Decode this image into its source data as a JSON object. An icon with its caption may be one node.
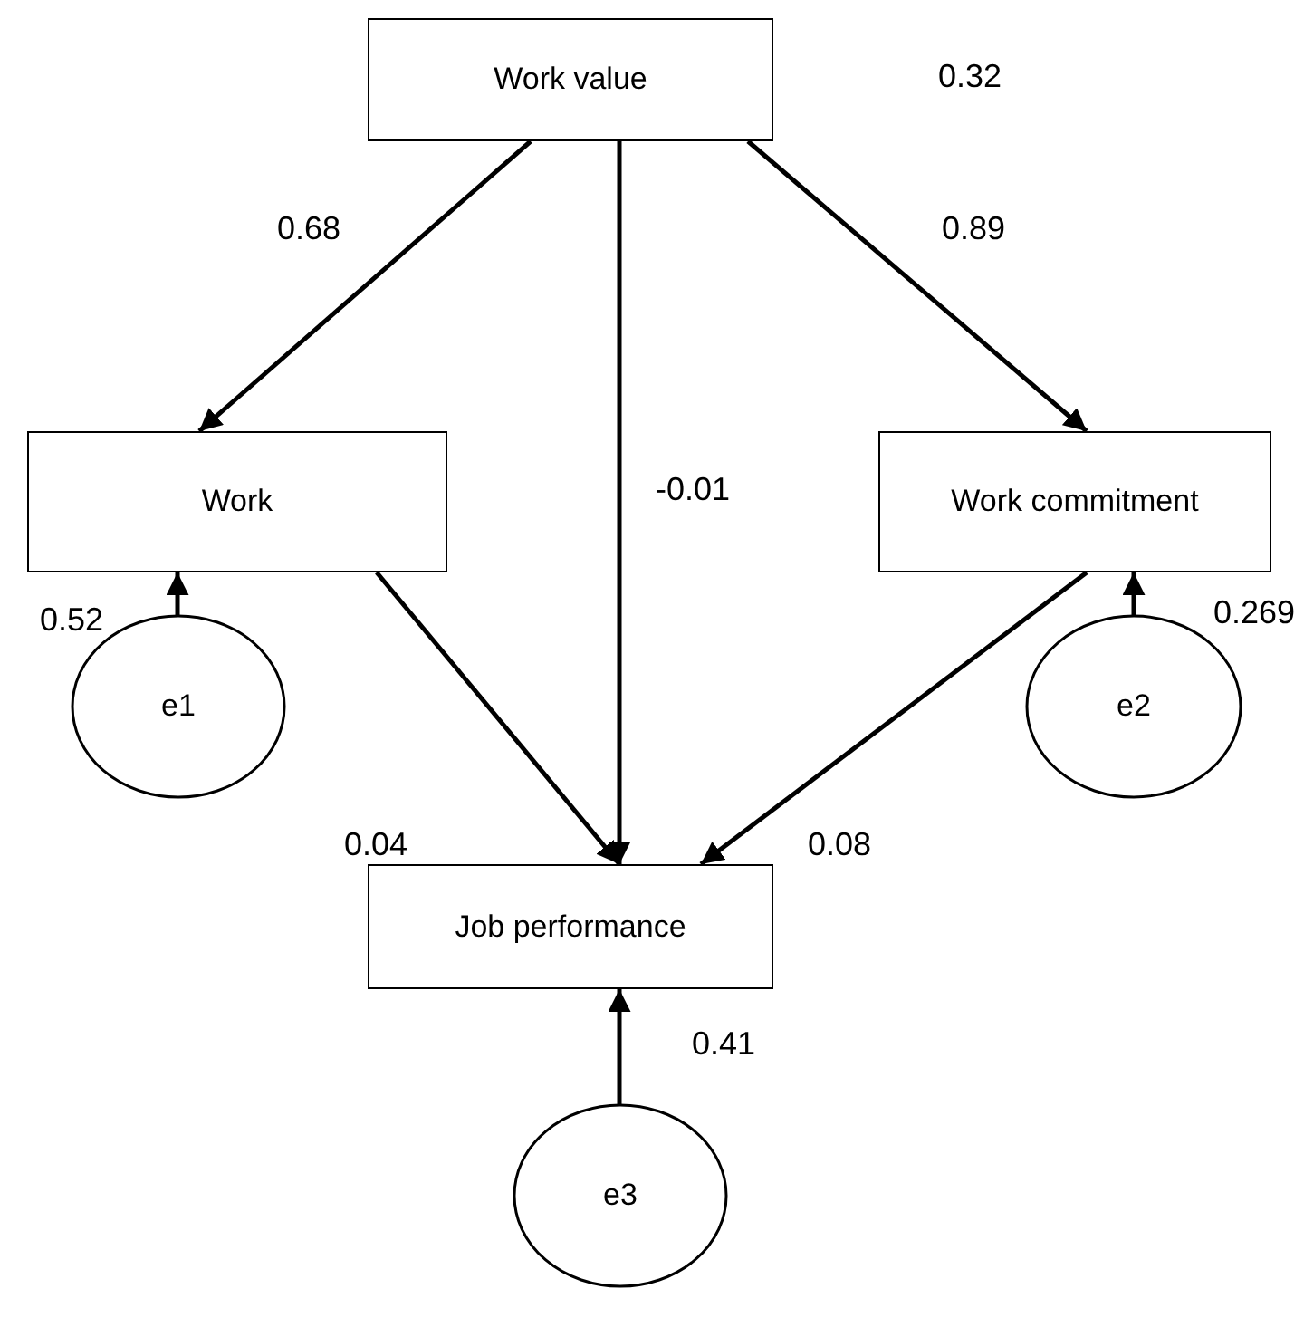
{
  "diagram": {
    "nodes": [
      {
        "text": [
          "Work value"
        ]
      },
      {
        "text": [
          "Work"
        ]
      },
      {
        "text": [
          "Work commitment"
        ]
      },
      {
        "text": [
          "Job performance"
        ]
      },
      {
        "text": [
          "e1"
        ]
      },
      {
        "text": [
          "e2"
        ]
      },
      {
        "text": [
          "e3"
        ]
      }
    ],
    "edges": [
      {
        "from": 0,
        "to": 1,
        "arrow": "to",
        "label": "0.68"
      },
      {
        "from": 0,
        "to": 3,
        "arrow": "to",
        "label": "-0.01"
      },
      {
        "from": 0,
        "to": 2,
        "arrow": "to",
        "label": "0.89"
      },
      {
        "from": 1,
        "to": 3,
        "arrow": "to",
        "label": "0.04"
      },
      {
        "from": 2,
        "to": 3,
        "arrow": "to",
        "label": "0.08"
      },
      {
        "from": 4,
        "to": 1,
        "arrow": "to",
        "label": "0.52"
      },
      {
        "from": 5,
        "to": 2,
        "arrow": "to",
        "label": "0.269"
      },
      {
        "from": 6,
        "to": 3,
        "arrow": "to",
        "label": "0.41"
      }
    ],
    "labels": [
      "0.32"
    ]
  }
}
